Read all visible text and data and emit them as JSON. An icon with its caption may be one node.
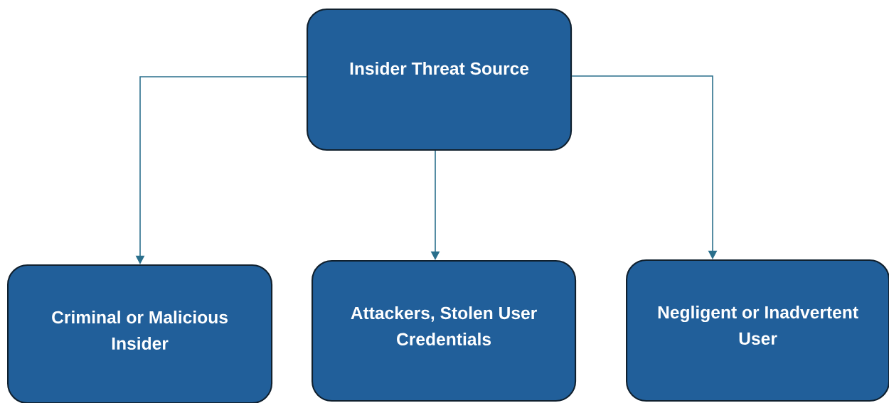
{
  "diagram": {
    "nodes": [
      {
        "text": [
          "Insider Threat Source"
        ]
      },
      {
        "text": [
          "Criminal or Malicious Insider"
        ]
      },
      {
        "text": [
          "Attackers, Stolen User Credentials"
        ]
      },
      {
        "text": [
          "Negligent or Inadvertent User"
        ]
      }
    ],
    "edges": [
      {
        "from": 0,
        "to": 1,
        "arrow": "to"
      },
      {
        "from": 0,
        "to": 2,
        "arrow": "to"
      },
      {
        "from": 0,
        "to": 3,
        "arrow": "to"
      }
    ]
  }
}
